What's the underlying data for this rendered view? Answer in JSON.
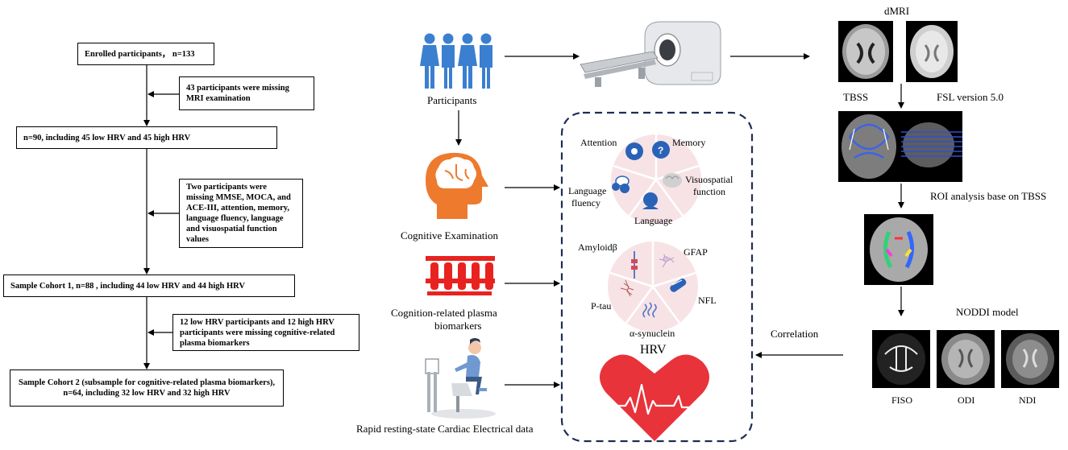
{
  "flowchart": {
    "step1": "Enrolled participants， n=133",
    "excl1": "43 participants were missing MRI examination",
    "step2": "n=90, including 45 low HRV and 45 high HRV",
    "excl2": "Two  participants were missing MMSE, MOCA, and ACE-III, attention, memory, language fluency, language and visuospatial function values",
    "step3": "Sample Cohort 1, n=88 , including 44 low HRV and 44 high HRV",
    "excl3": "12 low HRV participants and 12 high HRV participants were missing cognitive-related plasma biomarkers",
    "step4": "Sample Cohort 2 (subsample for cognitive-related plasma biomarkers), n=64, including 32 low HRV and 32 high HRV"
  },
  "middle": {
    "participants": "Participants",
    "cognitive_exam": "Cognitive Examination",
    "plasma_line1": "Cognition-related plasma",
    "plasma_line2": "biomarkers",
    "ecg": "Rapid resting-state Cardiac Electrical data"
  },
  "cognitive_domains": {
    "attention": "Attention",
    "memory": "Memory",
    "visuospatial_line1": "Visuospatial",
    "visuospatial_line2": "function",
    "language_fluency_line1": "Language",
    "language_fluency_line2": "fluency",
    "language": "Language"
  },
  "biomarkers": {
    "amyloid": "Amyloidβ",
    "gfap": "GFAP",
    "nfl": "NFL",
    "ptau": "P-tau",
    "synuclein": "α-synuclein"
  },
  "hrv": "HRV",
  "right": {
    "dmri": "dMRI",
    "tbss": "TBSS",
    "fsl": "FSL version 5.0",
    "roi": "ROI analysis base on TBSS",
    "noddi": "NODDI model",
    "correlation": "Correlation",
    "fiso": "FISO",
    "odi": "ODI",
    "ndi": "NDI"
  },
  "colors": {
    "people_blue": "#3b7fd0",
    "head_orange": "#ee7a2e",
    "tube_red": "#e8231f",
    "heart_red": "#e8333a",
    "dashed_navy": "#1f2d55",
    "wheel_pink": "#f7e3e6"
  }
}
